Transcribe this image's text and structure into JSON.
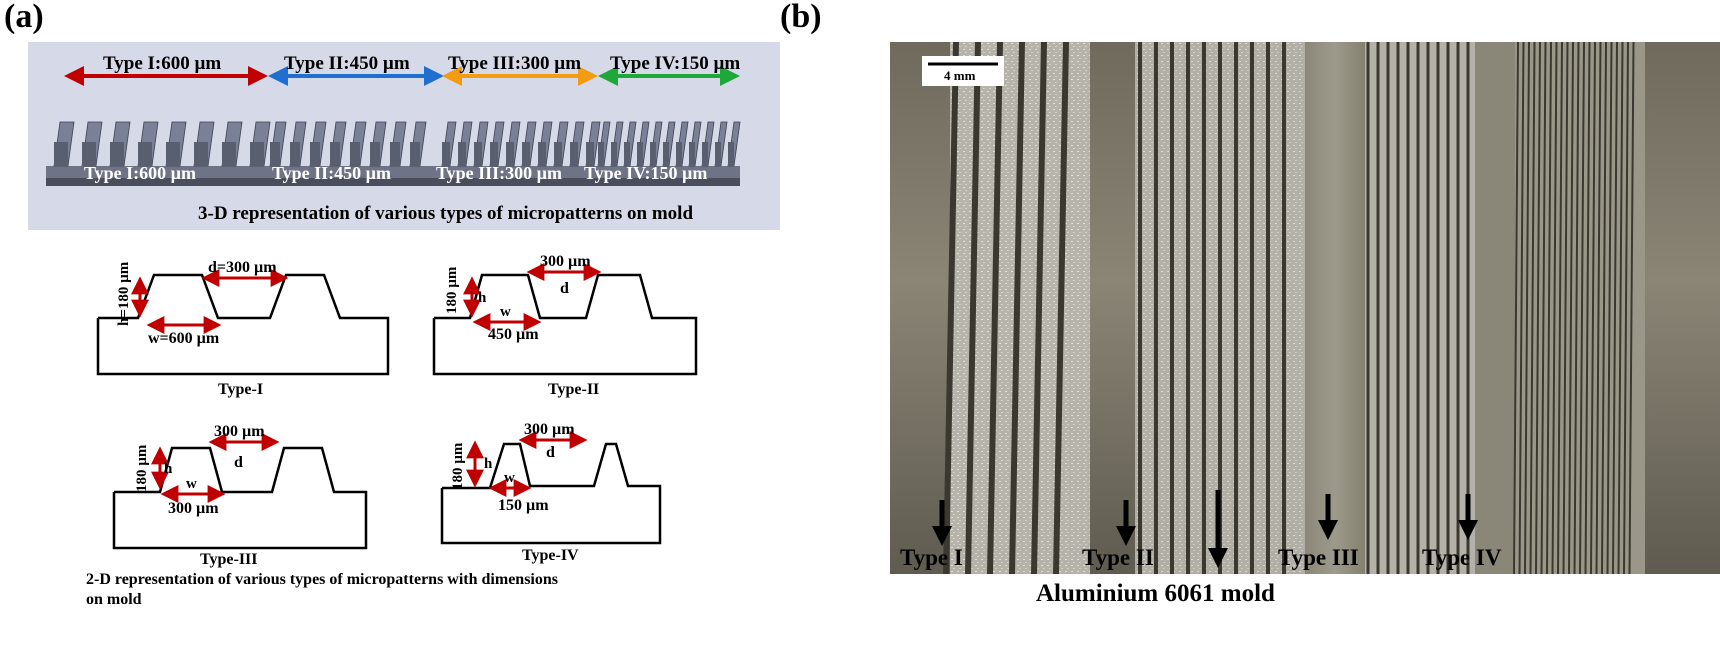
{
  "panel_a": {
    "label": "(a)",
    "type_labels_top": [
      "Type I:600 µm",
      "Type II:450 µm",
      "Type III:300 µm",
      "Type IV:150 µm"
    ],
    "type_labels_bottom": [
      "Type I:600 µm",
      "Type II:450 µm",
      "Type III:300 µm",
      "Type IV:150 µm"
    ],
    "caption_3d": "3-D representation of various types of micropatterns on mold",
    "type1": {
      "name": "Type-I",
      "h": "h=180 µm",
      "d": "d=300 µm",
      "w": "w=600 µm"
    },
    "type2": {
      "name": "Type-II",
      "h_val": "180 µm",
      "h": "h",
      "d_val": "300 µm",
      "d": "d",
      "w": "w",
      "w_val": "450 µm"
    },
    "type3": {
      "name": "Type-III",
      "h_val": "180 µm",
      "h": "h",
      "d_val": "300 µm",
      "d": "d",
      "w": "w",
      "w_val": "300 µm"
    },
    "type4": {
      "name": "Type-IV",
      "h_val": "180 µm",
      "h": "h",
      "d_val": "300 µm",
      "d": "d",
      "w": "w",
      "w_val": "150 µm"
    },
    "caption_2d_line1": "2-D representation of various types of micropatterns with dimensions",
    "caption_2d_line2": "on mold"
  },
  "panel_b": {
    "label": "(b)",
    "scale_bar": "4 mm",
    "type_labels": [
      "Type I",
      "Type II",
      "Type III",
      "Type IV"
    ],
    "mold_label": "Aluminium 6061 mold"
  },
  "colors": {
    "arrow_type1": "#c00000",
    "arrow_type2": "#1f6fd1",
    "arrow_type3": "#f39c12",
    "arrow_type4": "#1fa83a",
    "dim_arrow": "#c00000",
    "panel_3d_bg": "#d6d9e8"
  }
}
